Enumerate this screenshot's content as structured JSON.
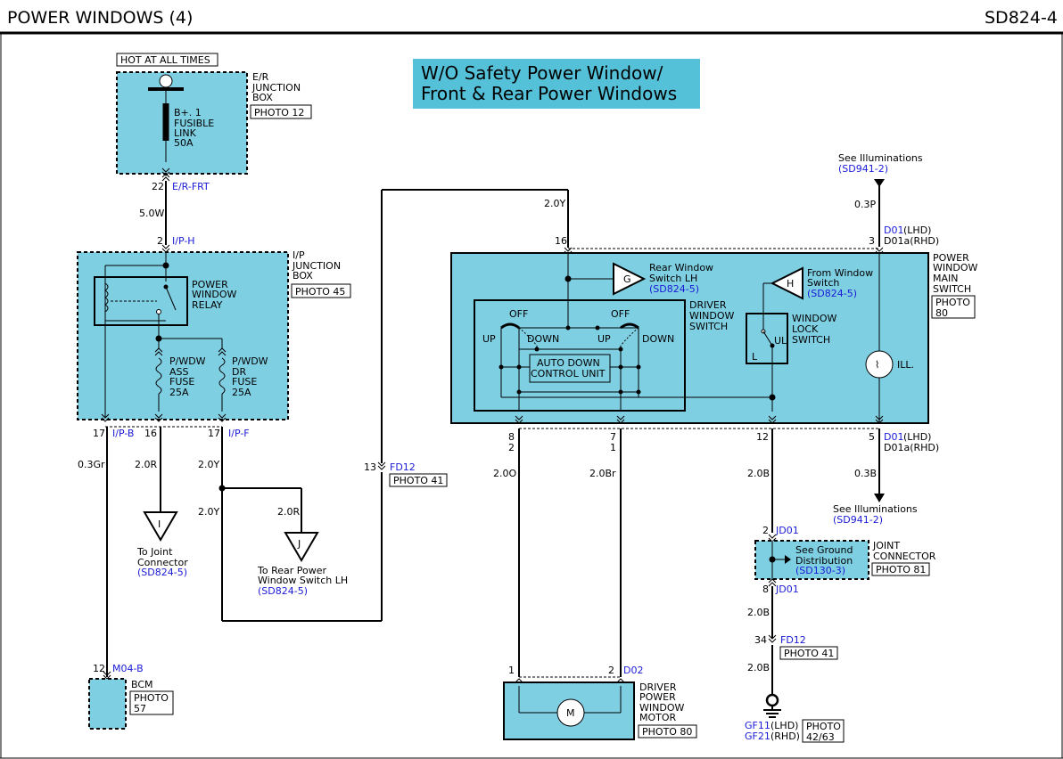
{
  "header": {
    "title": "POWER WINDOWS (4)",
    "code": "SD824-4"
  },
  "diagram_title": {
    "line1": "W/O Safety Power Window/",
    "line2": "Front & Rear Power Windows"
  },
  "hot_label": "HOT AT ALL TIMES",
  "er_box": {
    "name": [
      "E/R",
      "JUNCTION",
      "BOX"
    ],
    "photo": "PHOTO 12",
    "fuse": [
      "B+. 1",
      "FUSIBLE",
      "LINK",
      "50A"
    ],
    "pin": "22",
    "conn": "E/R-FRT"
  },
  "wire_5_0w": "5.0W",
  "ip_box": {
    "name": [
      "I/P",
      "JUNCTION",
      "BOX"
    ],
    "photo": "PHOTO 45",
    "pin_top": "2",
    "conn_top": "I/P-H",
    "relay": [
      "POWER",
      "WINDOW",
      "RELAY"
    ],
    "fuse_ass": [
      "P/WDW",
      "ASS",
      "FUSE",
      "25A"
    ],
    "fuse_dr": [
      "P/WDW",
      "DR",
      "FUSE",
      "25A"
    ],
    "pin_17a": "17",
    "conn_b": "I/P-B",
    "pin_16": "16",
    "pin_17b": "17",
    "conn_f": "I/P-F"
  },
  "wires_left": {
    "w03gr": "0.3Gr",
    "w20r_a": "2.0R",
    "w20y_a": "2.0Y",
    "w20y_b": "2.0Y",
    "w20r_b": "2.0R",
    "w20y_top": "2.0Y"
  },
  "ref_i": {
    "letter": "I",
    "lines": [
      "To Joint",
      "Connector"
    ],
    "ref": "(SD824-5)"
  },
  "ref_j": {
    "letter": "J",
    "lines": [
      "To Rear Power",
      "Window Switch LH"
    ],
    "ref": "(SD824-5)"
  },
  "fd12_a": {
    "pin": "13",
    "conn": "FD12",
    "photo": "PHOTO 41"
  },
  "bcm": {
    "pin": "12",
    "conn": "M04-B",
    "name": "BCM",
    "photo": [
      "PHOTO",
      "57"
    ]
  },
  "main_switch": {
    "name": [
      "POWER",
      "WINDOW",
      "MAIN",
      "SWITCH"
    ],
    "photo": [
      "PHOTO",
      "80"
    ],
    "pin_16": "16",
    "pin_3": "3",
    "d01_lhd": "D01",
    "lhd": "(LHD)",
    "d01a_rhd": "D01a(RHD)",
    "rear_sw": [
      "Rear Window",
      "Switch LH"
    ],
    "rear_ref": "(SD824-5)",
    "g": "G",
    "from_sw": [
      "From Window",
      "Switch"
    ],
    "from_ref": "(SD824-5)",
    "h": "H",
    "driver_sw": [
      "DRIVER",
      "WINDOW",
      "SWITCH"
    ],
    "lock_sw": [
      "WINDOW",
      "LOCK",
      "SWITCH"
    ],
    "off1": "OFF",
    "off2": "OFF",
    "up1": "UP",
    "down1": "DOWN",
    "up2": "UP",
    "down2": "DOWN",
    "auto": [
      "AUTO DOWN",
      "CONTROL UNIT"
    ],
    "ul": "UL",
    "l": "L",
    "ill": "ILL.",
    "pin_8": "8",
    "pin_2": "2",
    "pin_7": "7",
    "pin_1": "1",
    "pin_12": "12",
    "pin_5": "5",
    "d01_lhd_b": "D01",
    "lhd_b": "(LHD)",
    "d01a_rhd_b": "D01a(RHD)"
  },
  "illum_top": {
    "text": "See Illuminations",
    "ref": "(SD941-2)",
    "wire": "0.3P"
  },
  "illum_bot": {
    "text": "See Illuminations",
    "ref": "(SD941-2)",
    "wire": "0.3B"
  },
  "wires_right": {
    "w20o": "2.0O",
    "w20br": "2.0Br",
    "w20b_a": "2.0B",
    "w20b_b": "2.0B",
    "w20b_c": "2.0B"
  },
  "joint": {
    "pin_top": "2",
    "conn": "JD01",
    "name": [
      "JOINT",
      "CONNECTOR"
    ],
    "photo": "PHOTO 81",
    "ground_text": [
      "See Ground",
      "Distribution"
    ],
    "ref": "(SD130-3)",
    "pin_bot": "8",
    "conn_bot": "JD01"
  },
  "fd12_b": {
    "pin": "34",
    "conn": "FD12",
    "photo": "PHOTO 41"
  },
  "ground": {
    "gf11": "GF11",
    "lhd": "(LHD)",
    "gf21": "GF21",
    "rhd": "(RHD)",
    "photo": [
      "PHOTO",
      "42/63"
    ]
  },
  "motor": {
    "pin_1": "1",
    "pin_2": "2",
    "conn": "D02",
    "name": [
      "DRIVER",
      "POWER",
      "WINDOW",
      "MOTOR"
    ],
    "photo": "PHOTO 80",
    "m": "M"
  }
}
